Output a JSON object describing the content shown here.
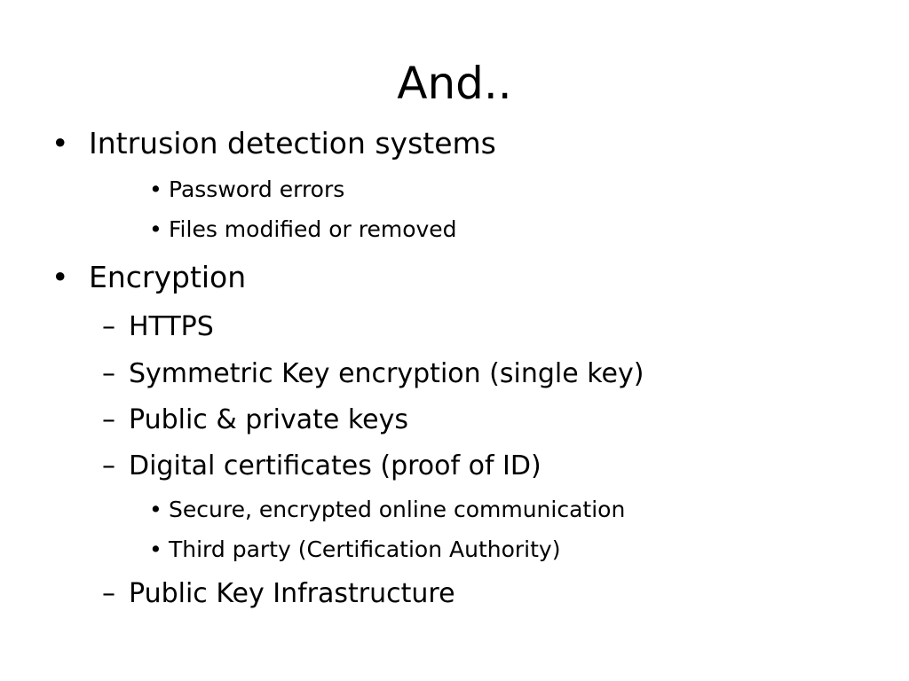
{
  "slide": {
    "title": "And..",
    "bullets": [
      {
        "text": "Intrusion detection systems",
        "marker": "•"
      },
      {
        "text": "Password errors",
        "marker": "•"
      },
      {
        "text": "Files modified or removed",
        "marker": "•"
      },
      {
        "text": "Encryption",
        "marker": "•"
      },
      {
        "text": "HTTPS",
        "marker": "–"
      },
      {
        "text": "Symmetric Key encryption (single key)",
        "marker": "–"
      },
      {
        "text": "Public & private keys",
        "marker": "–"
      },
      {
        "text": "Digital certificates (proof of ID)",
        "marker": "–"
      },
      {
        "text": "Secure, encrypted online communication",
        "marker": "•"
      },
      {
        "text": "Third party (Certification Authority)",
        "marker": "•"
      },
      {
        "text": "Public Key Infrastructure",
        "marker": "–"
      }
    ]
  }
}
